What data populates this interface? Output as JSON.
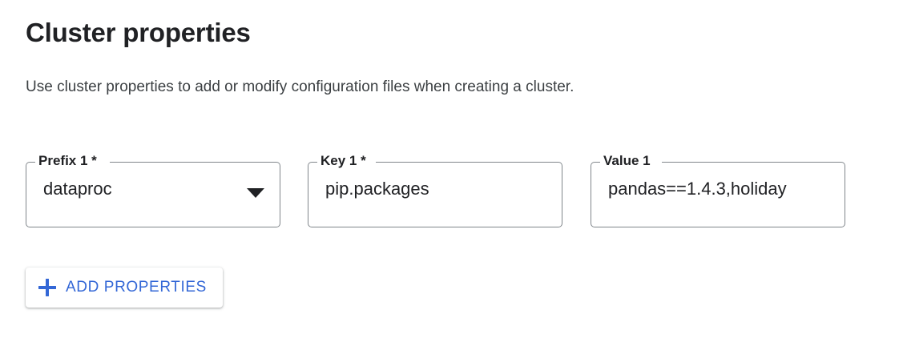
{
  "section": {
    "title": "Cluster properties",
    "description": "Use cluster properties to add or modify configuration files when creating a cluster."
  },
  "colors": {
    "accent": "#3367d6",
    "text": "#202124",
    "subtext": "#3c4043",
    "outline": "#80868b",
    "background": "#ffffff"
  },
  "fields": [
    {
      "name": "prefix",
      "label": "Prefix 1 *",
      "value": "dataproc",
      "control": "select",
      "required": true,
      "icon": "dropdown-arrow-icon"
    },
    {
      "name": "key",
      "label": "Key 1 *",
      "value": "pip.packages",
      "control": "text",
      "required": true,
      "icon": null
    },
    {
      "name": "value",
      "label": "Value 1",
      "value": "pandas==1.4.3,holiday",
      "control": "text",
      "required": false,
      "icon": null
    }
  ],
  "add_button": {
    "label": "ADD PROPERTIES",
    "icon": "plus-icon"
  }
}
